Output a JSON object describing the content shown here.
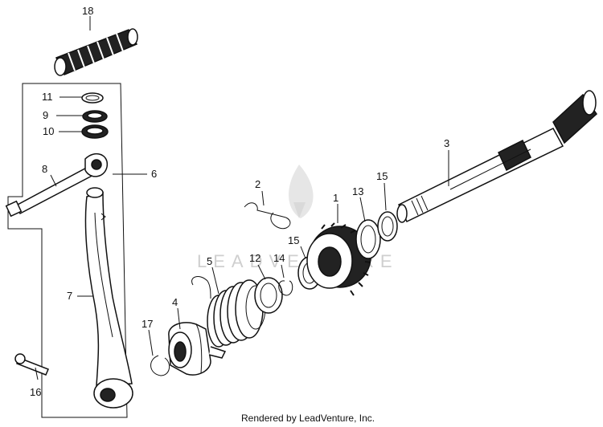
{
  "diagram": {
    "watermark_text": "LEADVENTURE",
    "footer_credit": "Rendered by LeadVenture, Inc.",
    "callouts": [
      "18",
      "11",
      "9",
      "10",
      "8",
      "6",
      "7",
      "16",
      "17",
      "4",
      "5",
      "12",
      "14",
      "15",
      "2",
      "1",
      "13",
      "15",
      "3"
    ]
  },
  "colors": {
    "ink": "#111111",
    "watermark": "#cfcfcf"
  }
}
